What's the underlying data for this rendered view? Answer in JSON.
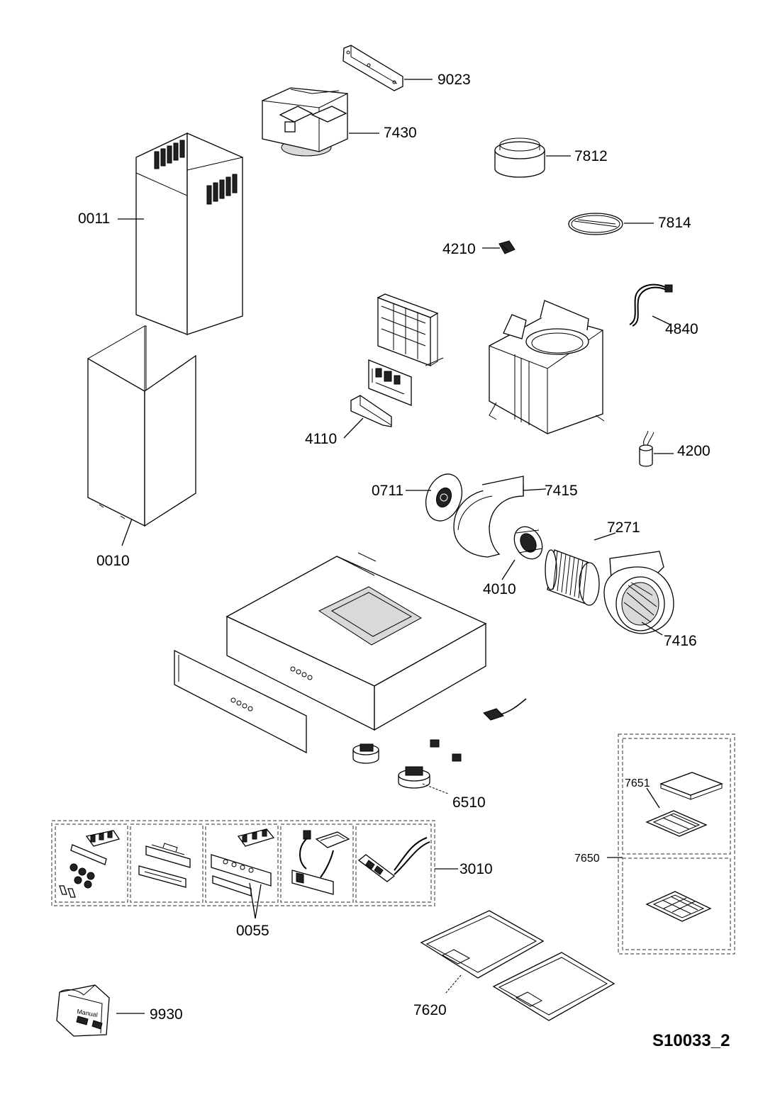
{
  "diagram_code": "S10033_2",
  "parts": [
    {
      "id": "p9023",
      "number": "9023"
    },
    {
      "id": "p7430",
      "number": "7430"
    },
    {
      "id": "p7812",
      "number": "7812"
    },
    {
      "id": "p0011",
      "number": "0011"
    },
    {
      "id": "p7814",
      "number": "7814"
    },
    {
      "id": "p4210",
      "number": "4210"
    },
    {
      "id": "p4840",
      "number": "4840"
    },
    {
      "id": "p4110",
      "number": "4110"
    },
    {
      "id": "p4200",
      "number": "4200"
    },
    {
      "id": "p0711",
      "number": "0711"
    },
    {
      "id": "p7415",
      "number": "7415"
    },
    {
      "id": "p7271",
      "number": "7271"
    },
    {
      "id": "p0010",
      "number": "0010"
    },
    {
      "id": "p4010",
      "number": "4010"
    },
    {
      "id": "p7416",
      "number": "7416"
    },
    {
      "id": "p6510",
      "number": "6510"
    },
    {
      "id": "p7651",
      "number": "7651"
    },
    {
      "id": "p3010",
      "number": "3010"
    },
    {
      "id": "p7650",
      "number": "7650"
    },
    {
      "id": "p0055",
      "number": "0055"
    },
    {
      "id": "p7620",
      "number": "7620"
    },
    {
      "id": "p9930",
      "number": "9930"
    }
  ],
  "manual_bag_text": "Manual"
}
